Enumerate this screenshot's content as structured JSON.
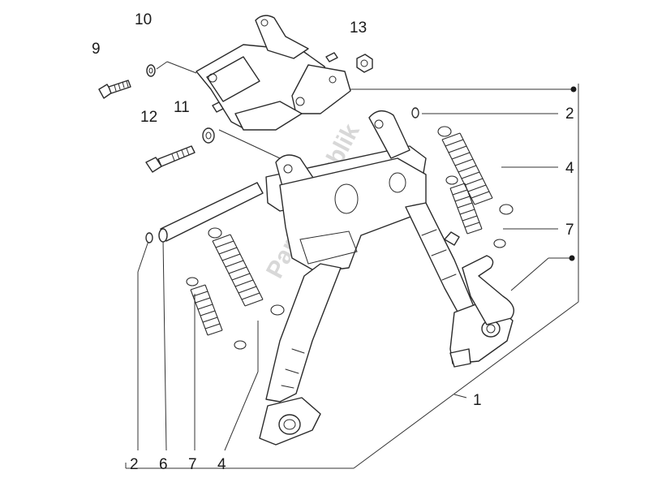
{
  "callouts": [
    {
      "id": "c9",
      "label": "9"
    },
    {
      "id": "c10",
      "label": "10"
    },
    {
      "id": "c13",
      "label": "13"
    },
    {
      "id": "c12",
      "label": "12"
    },
    {
      "id": "c11",
      "label": "11"
    },
    {
      "id": "c2a",
      "label": "2"
    },
    {
      "id": "c4a",
      "label": "4"
    },
    {
      "id": "c7a",
      "label": "7"
    },
    {
      "id": "c1",
      "label": "1"
    },
    {
      "id": "c2b",
      "label": "2"
    },
    {
      "id": "c6",
      "label": "6"
    },
    {
      "id": "c7b",
      "label": "7"
    },
    {
      "id": "c4b",
      "label": "4"
    }
  ],
  "watermark": "Parts Republik"
}
